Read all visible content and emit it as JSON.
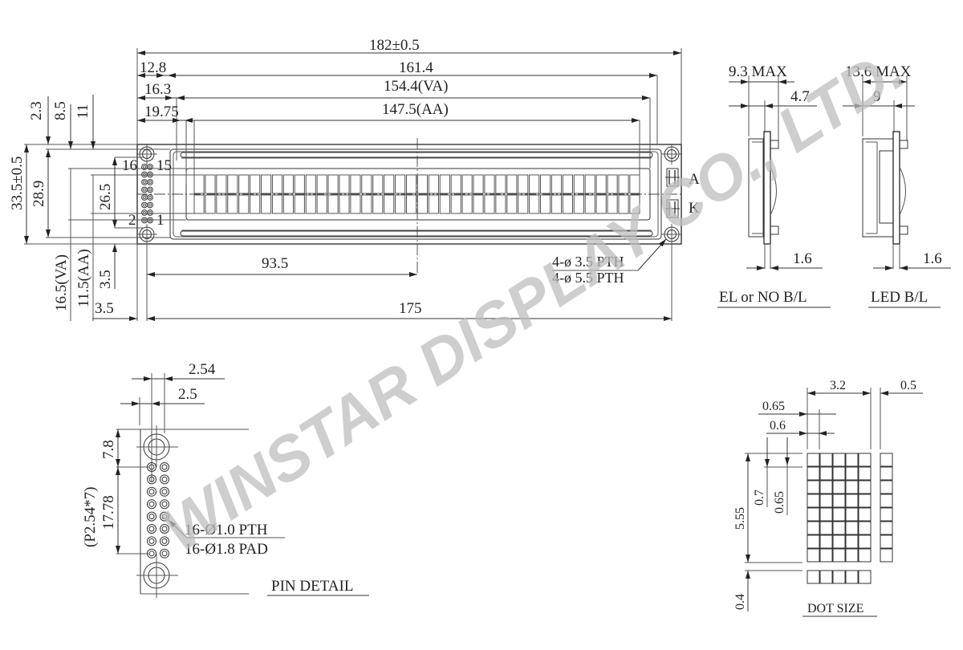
{
  "watermark": "WINSTAR DISPLAY CO., LTD.",
  "front_view": {
    "overall_width": "182±0.5",
    "pcb_hole_width": "161.4",
    "va_width": "154.4(VA)",
    "aa_width": "147.5(AA)",
    "left_12_8": "12.8",
    "left_16_3": "16.3",
    "left_19_75": "19.75",
    "center_93_5": "93.5",
    "hole_pitch_175": "175",
    "left_3_5": "3.5",
    "overall_height": "33.5±0.5",
    "height_28_9": "28.9",
    "height_26_5": "26.5",
    "top_2_3": "2.3",
    "top_8_5": "8.5",
    "top_11": "11",
    "va_height": "16.5(VA)",
    "aa_height": "11.5(AA)",
    "bottom_3_5": "3.5",
    "pin_16": "16",
    "pin_15": "15",
    "pin_2": "2",
    "pin_1": "1",
    "led_anode": "A",
    "led_cathode": "K",
    "hole_note_1": "4-ø 3.5 PTH",
    "hole_note_2": "4-ø 5.5 PTH",
    "characters_per_row": 40,
    "rows": 2
  },
  "side_el": {
    "max_thickness": "9.3 MAX",
    "dim_4_7": "4.7",
    "pcb_1_6": "1.6",
    "caption": "EL or NO B/L"
  },
  "side_led": {
    "max_thickness": "13.6 MAX",
    "dim_9": "9",
    "pcb_1_6": "1.6",
    "caption": "LED B/L"
  },
  "pin_detail": {
    "pitch_2_54": "2.54",
    "dim_2_5": "2.5",
    "dim_7_8": "7.8",
    "dim_17_78": "17.78",
    "pitch_note": "(P2.54*7)",
    "pth_note": "16-Ø1.0 PTH",
    "pad_note": "16-Ø1.8 PAD",
    "caption": "PIN DETAIL"
  },
  "dot_size": {
    "char_width": "3.2",
    "char_gap": "0.5",
    "dot_pitch_x": "0.65",
    "dot_w": "0.6",
    "dot_pitch_y": "0.7",
    "dot_h": "0.65",
    "char_height": "5.55",
    "cursor_gap": "0.4",
    "caption": "DOT SIZE"
  }
}
